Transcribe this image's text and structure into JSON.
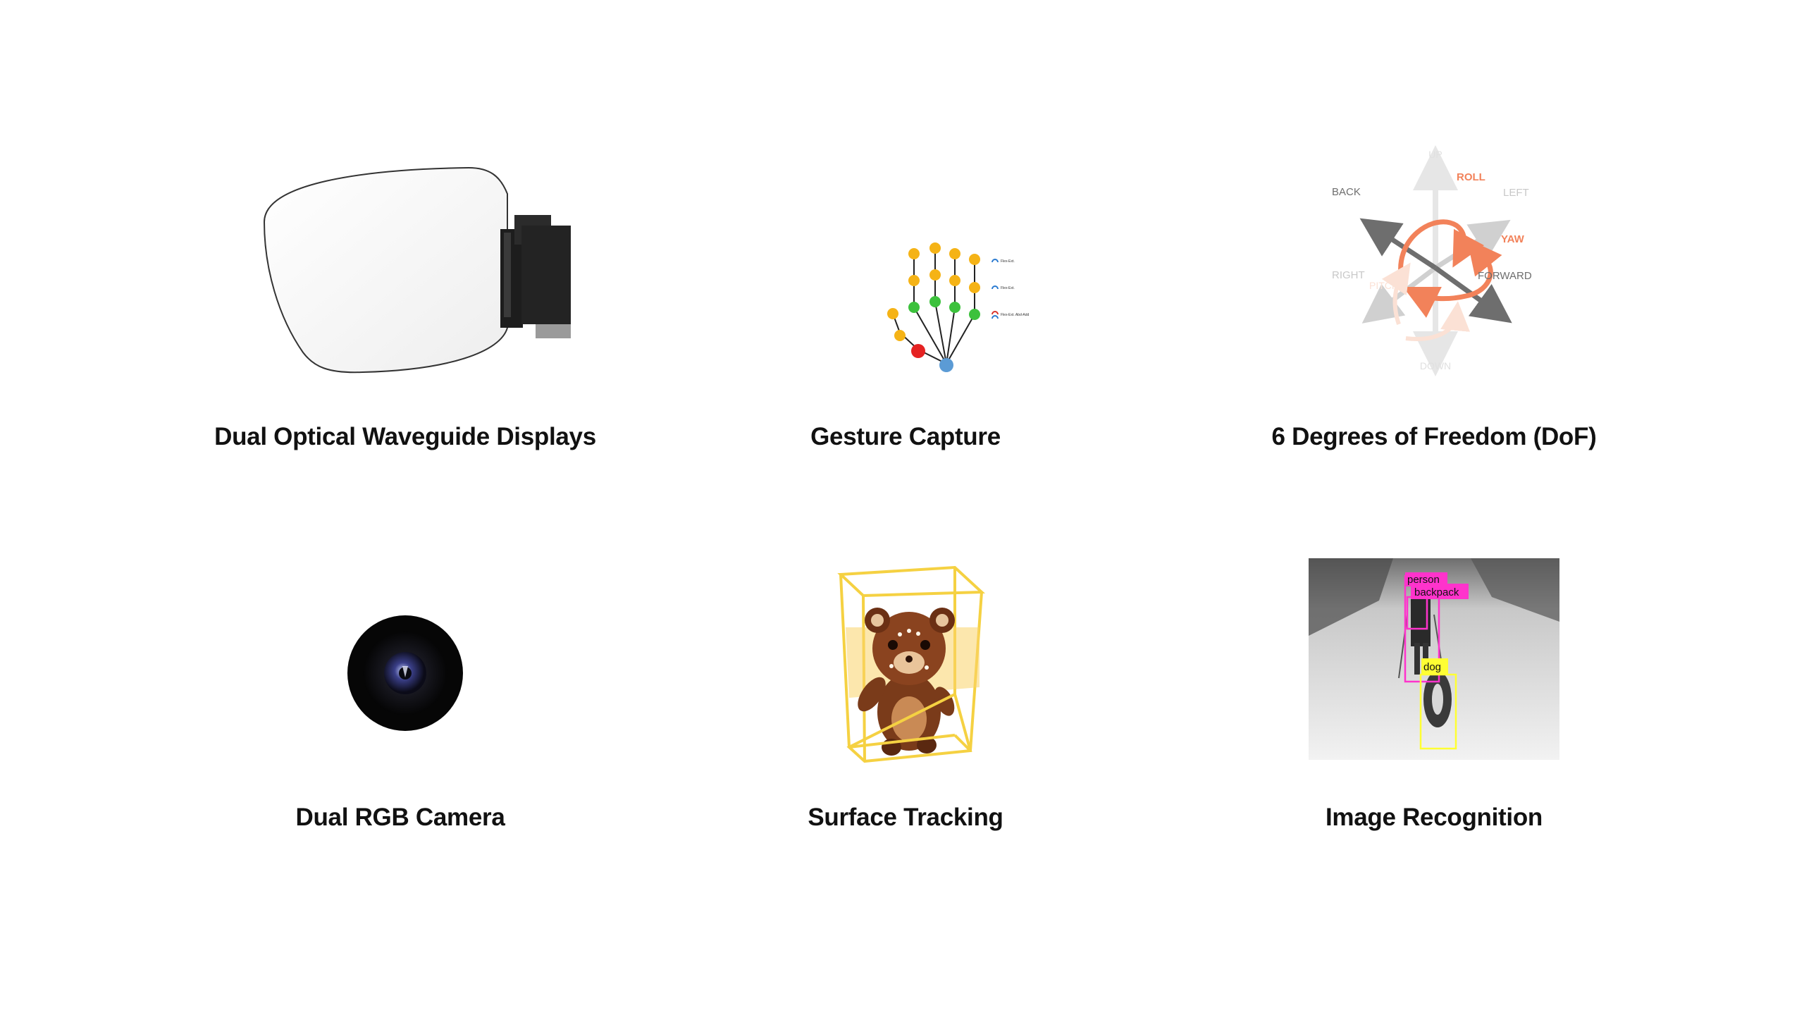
{
  "features": [
    {
      "caption": "Dual Optical Waveguide Displays"
    },
    {
      "caption": "Gesture Capture"
    },
    {
      "caption": "6 Degrees of Freedom (DoF)"
    },
    {
      "caption": "Dual RGB Camera"
    },
    {
      "caption": "Surface Tracking"
    },
    {
      "caption": "Image Recognition"
    }
  ],
  "gesture": {
    "legend": [
      "Flex-Ext.",
      "Flex-Ext.",
      "Flex-Ext. Abd-Add"
    ]
  },
  "dof": {
    "axes": {
      "up": "UP",
      "down": "DOWN",
      "back": "BACK",
      "forward": "FORWARD",
      "left": "LEFT",
      "right": "RIGHT"
    },
    "rotations": {
      "roll": "ROLL",
      "yaw": "YAW",
      "pitch": "PITCH"
    },
    "colors": {
      "arrow_dark": "#6e6e6e",
      "arrow_light": "#cfcfcf",
      "rotation": "#f2825a"
    }
  },
  "recognition": {
    "labels": [
      "person",
      "backpack",
      "dog"
    ],
    "colors": {
      "person": "#ff33cc",
      "backpack": "#ff33cc",
      "dog": "#ffff33"
    }
  }
}
